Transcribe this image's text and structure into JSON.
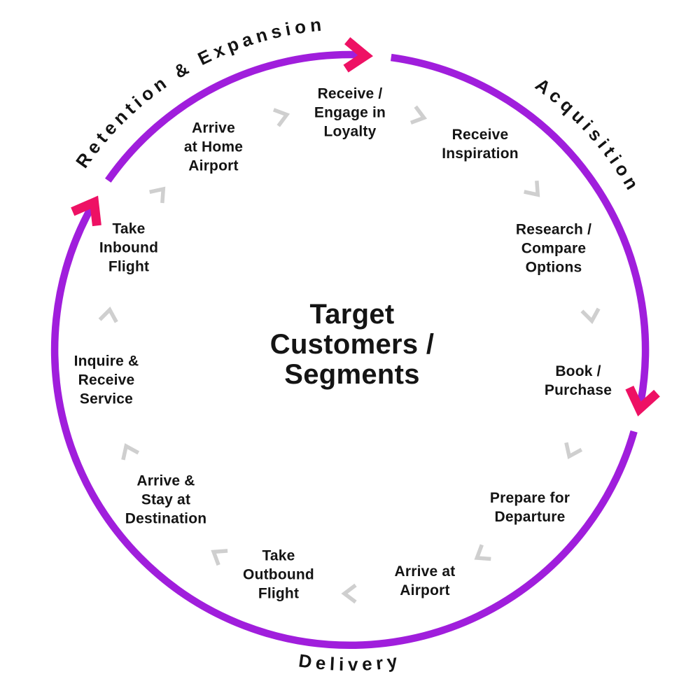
{
  "center": {
    "lines": [
      "Target",
      "Customers /",
      "Segments"
    ]
  },
  "phases": {
    "retention": "Retention & Expansion",
    "acquisition": "Acquisition",
    "delivery": "Delivery"
  },
  "stages": [
    {
      "name": "receive-engage-loyalty",
      "lines": [
        "Receive /",
        "Engage in",
        "Loyalty"
      ]
    },
    {
      "name": "receive-inspiration",
      "lines": [
        "Receive",
        "Inspiration"
      ]
    },
    {
      "name": "research-compare-options",
      "lines": [
        "Research /",
        "Compare",
        "Options"
      ]
    },
    {
      "name": "book-purchase",
      "lines": [
        "Book /",
        "Purchase"
      ]
    },
    {
      "name": "prepare-for-departure",
      "lines": [
        "Prepare for",
        "Departure"
      ]
    },
    {
      "name": "arrive-at-airport",
      "lines": [
        "Arrive at",
        "Airport"
      ]
    },
    {
      "name": "take-outbound-flight",
      "lines": [
        "Take",
        "Outbound",
        "Flight"
      ]
    },
    {
      "name": "arrive-stay-destination",
      "lines": [
        "Arrive &",
        "Stay at",
        "Destination"
      ]
    },
    {
      "name": "inquire-receive-service",
      "lines": [
        "Inquire &",
        "Receive",
        "Service"
      ]
    },
    {
      "name": "take-inbound-flight",
      "lines": [
        "Take",
        "Inbound",
        "Flight"
      ]
    },
    {
      "name": "arrive-home-airport",
      "lines": [
        "Arrive",
        "at Home",
        "Airport"
      ]
    }
  ],
  "colors": {
    "circle": "#A01EDC",
    "arrow": "#EE1164",
    "chevron": "#CFCFCF",
    "text": "#141414"
  }
}
